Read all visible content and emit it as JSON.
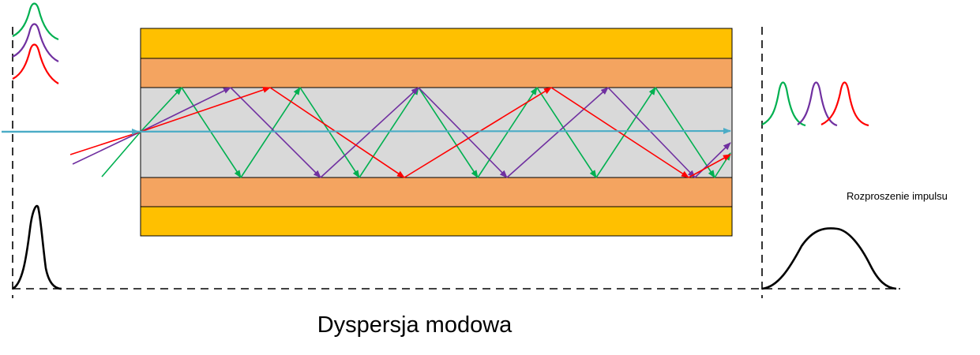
{
  "labels": {
    "title": "Dyspersja modowa",
    "pulse_spreading": "Rozproszenie impulsu"
  },
  "colors": {
    "jacket": "#FFC000",
    "cladding": "#F4A460",
    "core": "#D9D9D9",
    "axial_ray": "#4BACC6",
    "mode_green": "#00B050",
    "mode_purple": "#7030A0",
    "mode_red": "#FF0000",
    "pulse": "#000000"
  },
  "modes": [
    {
      "name_icon": "green-mode",
      "color_key": "mode_green"
    },
    {
      "name_icon": "purple-mode",
      "color_key": "mode_purple"
    },
    {
      "name_icon": "red-mode",
      "color_key": "mode_red"
    }
  ]
}
